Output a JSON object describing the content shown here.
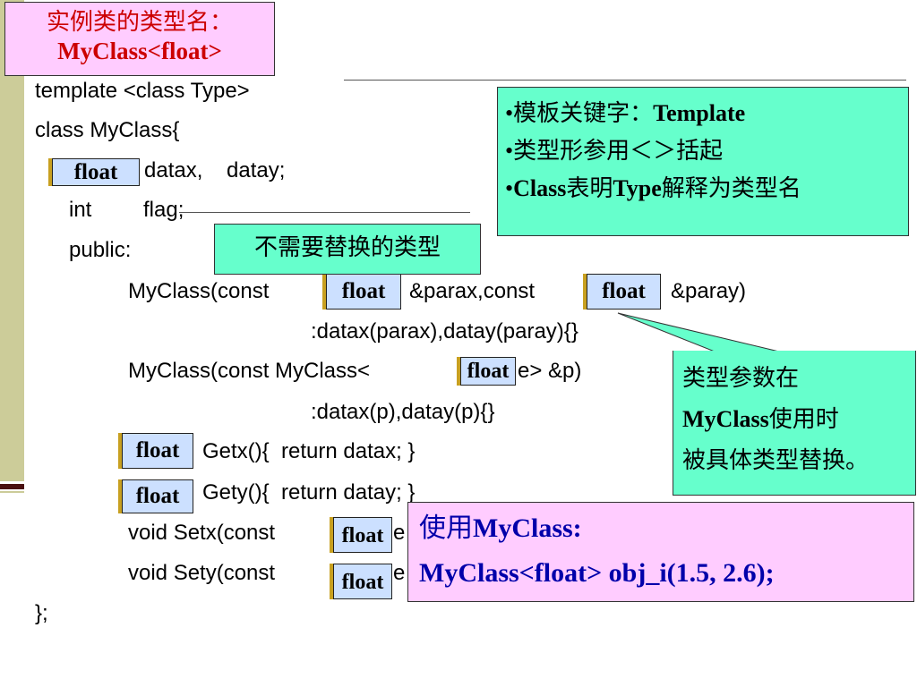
{
  "slide": {
    "title_box": {
      "line1": "实例类的类型名：",
      "line2": "MyClass<float>"
    },
    "code": {
      "line1": "template <class Type>",
      "line2": "class MyClass{",
      "line3_rest": "datax,    datay;",
      "line4a": "int",
      "line4b": "flag;",
      "line5": "public:",
      "line6a": "MyClass(const",
      "line6b": "&parax,const",
      "line6c": "&paray)",
      "line7": ":datax(parax),datay(paray){}",
      "line8a": "MyClass(const MyClass<",
      "line8b": "e> &p)",
      "line9": ":datax(p),datay(p){}",
      "line10": "Getx(){  return datax; }",
      "line11": "Gety(){  return datay; }",
      "line12a": "void Setx(const",
      "line12b": "e",
      "line13a": "void Sety(const",
      "line13b": "e",
      "line14": "};"
    },
    "float_label": "float",
    "callout_keywords": {
      "item1_prefix": "•模板关键字：",
      "item1_keyword": "Template",
      "item2": "•类型形参用＜＞括起",
      "item3_a": "•",
      "item3_b": "Class",
      "item3_c": "表明",
      "item3_d": "Type",
      "item3_e": "解释为类型名"
    },
    "callout_no_replace": "不需要替换的类型",
    "callout_param": {
      "line1": "类型参数在",
      "line2_a": "MyClass",
      "line2_b": "使用时",
      "line3": "被具体类型替换。"
    },
    "callout_usage": {
      "line1_a": "使用",
      "line1_b": "MyClass:",
      "line2": "MyClass<float>   obj_i(1.5, 2.6);"
    }
  },
  "colors": {
    "pink": "#ffccff",
    "teal": "#66ffcc",
    "badge_fill": "#cce0ff",
    "badge_accent": "#c8a020",
    "title_text": "#cc0000",
    "usage_text": "#0000aa",
    "sidebar": "#cccc99"
  }
}
